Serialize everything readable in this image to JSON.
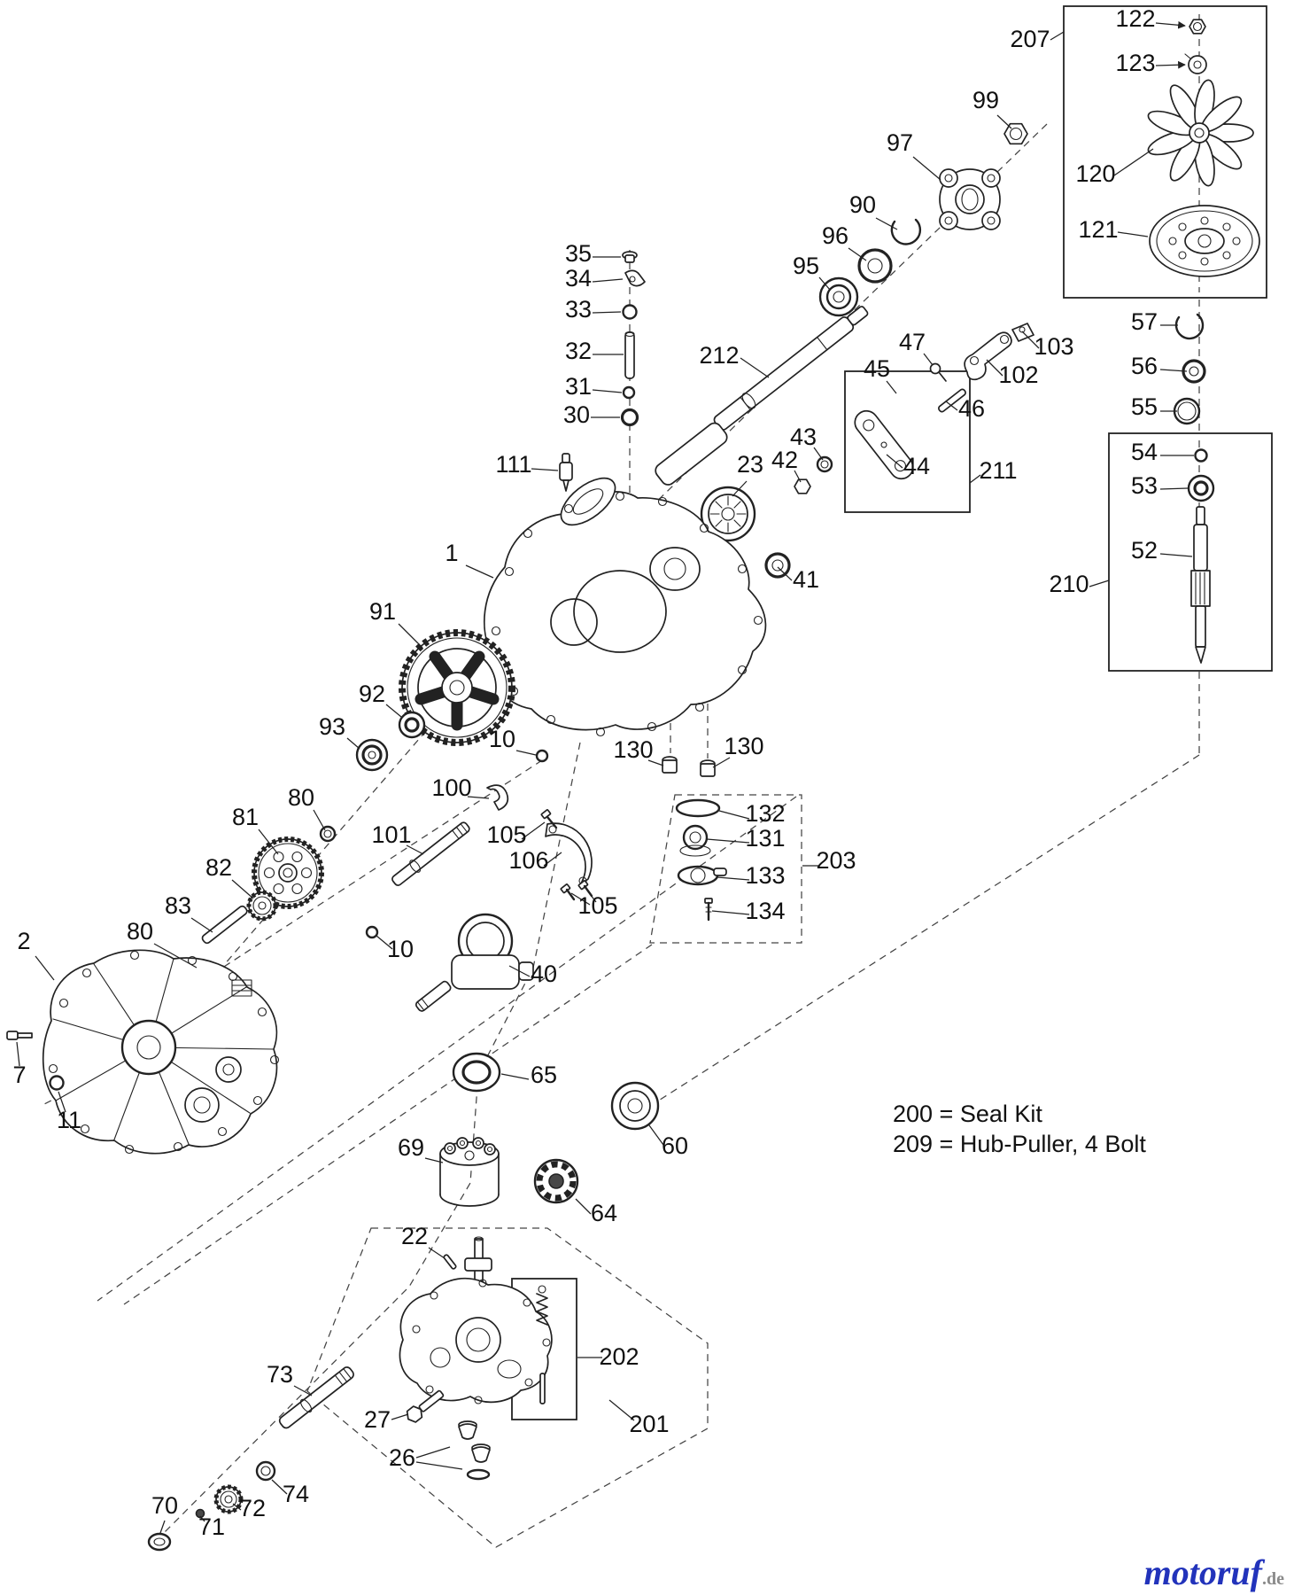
{
  "labels": {
    "l1": "1",
    "l2": "2",
    "l7": "7",
    "l10a": "10",
    "l10b": "10",
    "l11": "11",
    "l22": "22",
    "l23": "23",
    "l26": "26",
    "l27": "27",
    "l30": "30",
    "l31": "31",
    "l32": "32",
    "l33": "33",
    "l34": "34",
    "l35": "35",
    "l40": "40",
    "l41": "41",
    "l42": "42",
    "l43": "43",
    "l44": "44",
    "l45": "45",
    "l46": "46",
    "l47": "47",
    "l52": "52",
    "l53": "53",
    "l54": "54",
    "l55": "55",
    "l56": "56",
    "l57": "57",
    "l60": "60",
    "l64": "64",
    "l65": "65",
    "l69": "69",
    "l70": "70",
    "l71": "71",
    "l72": "72",
    "l73": "73",
    "l74": "74",
    "l80a": "80",
    "l80b": "80",
    "l81": "81",
    "l82": "82",
    "l83": "83",
    "l90": "90",
    "l91": "91",
    "l92": "92",
    "l93": "93",
    "l95": "95",
    "l96": "96",
    "l97": "97",
    "l99": "99",
    "l100": "100",
    "l101": "101",
    "l102": "102",
    "l103": "103",
    "l105a": "105",
    "l105b": "105",
    "l106": "106",
    "l111": "111",
    "l120": "120",
    "l121": "121",
    "l122": "122",
    "l123": "123",
    "l130a": "130",
    "l130b": "130",
    "l131": "131",
    "l132": "132",
    "l133": "133",
    "l134": "134",
    "l201": "201",
    "l202": "202",
    "l203": "203",
    "l207": "207",
    "l210": "210",
    "l211": "211",
    "l212": "212"
  },
  "legend": {
    "seal_kit": "200 = Seal Kit",
    "hub_puller": "209 = Hub-Puller, 4 Bolt"
  },
  "watermark": {
    "brand": "motoruf",
    "tld": ".de"
  }
}
